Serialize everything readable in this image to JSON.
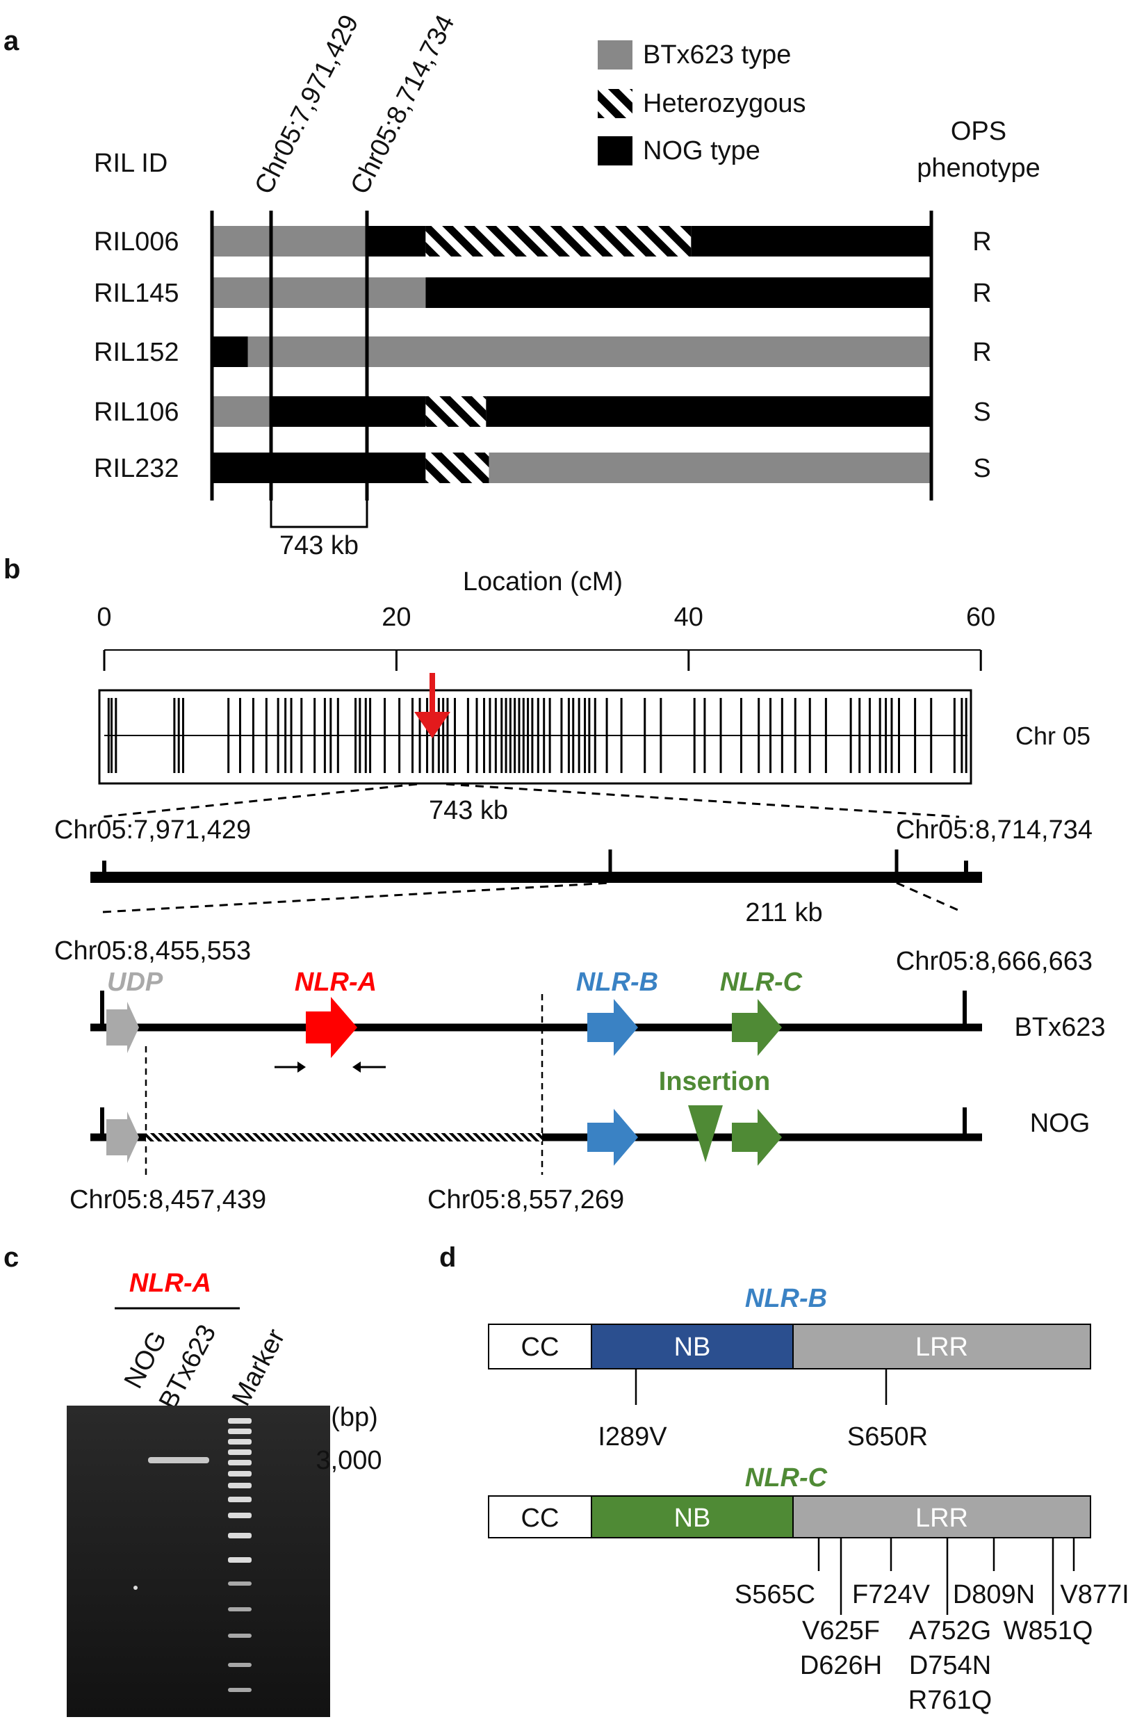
{
  "colors": {
    "btx": "#888888",
    "nog": "#000000",
    "white": "#ffffff",
    "nlrA": "#ff0000",
    "nlrB": "#3a82c4",
    "nlrC": "#4f8a35",
    "udp": "#a9a9a9",
    "nbBlue": "#2b4f8f",
    "nbGreen": "#4f8a35",
    "lrr": "#a6a6a6"
  },
  "panel_a": {
    "label": "a",
    "rilid_header": "RIL ID",
    "marker_left": "Chr05:7,971,429",
    "marker_right": "Chr05:8,714,734",
    "legend": {
      "btx": "BTx623 type",
      "het": "Heterozygous",
      "nog": "NOG type"
    },
    "ops_header_1": "OPS",
    "ops_header_2": "phenotype",
    "span_label": "743 kb",
    "rows": [
      {
        "id": "RIL006",
        "phenotype": "R",
        "segments": [
          [
            "btx",
            0,
            0.216
          ],
          [
            "nog",
            0.216,
            0.297
          ],
          [
            "het",
            0.297,
            0.666
          ],
          [
            "nog",
            0.666,
            1
          ]
        ]
      },
      {
        "id": "RIL145",
        "phenotype": "R",
        "segments": [
          [
            "btx",
            0,
            0.297
          ],
          [
            "nog",
            0.297,
            1
          ]
        ]
      },
      {
        "id": "RIL152",
        "phenotype": "R",
        "segments": [
          [
            "nog",
            0,
            0.05
          ],
          [
            "btx",
            0.05,
            1
          ]
        ]
      },
      {
        "id": "RIL106",
        "phenotype": "S",
        "segments": [
          [
            "btx",
            0,
            0.082
          ],
          [
            "nog",
            0.082,
            0.297
          ],
          [
            "het",
            0.297,
            0.381
          ],
          [
            "nog",
            0.381,
            1
          ]
        ]
      },
      {
        "id": "RIL232",
        "phenotype": "S",
        "segments": [
          [
            "nog",
            0,
            0.297
          ],
          [
            "het",
            0.297,
            0.385
          ],
          [
            "btx",
            0.385,
            1
          ]
        ]
      }
    ]
  },
  "panel_b": {
    "label": "b",
    "axis_title": "Location (cM)",
    "ticks": [
      "0",
      "20",
      "40",
      "60"
    ],
    "tick_values": [
      0,
      20,
      40,
      60
    ],
    "chr_label": "Chr 05",
    "kb743_label": "743 kb",
    "markers_cm": [
      0.3,
      0.5,
      0.8,
      4.8,
      5.1,
      5.4,
      8.5,
      9.3,
      10.2,
      11.1,
      11.9,
      12.4,
      12.8,
      13.5,
      14.4,
      15.1,
      15.5,
      16.0,
      17.2,
      17.5,
      17.9,
      18.2,
      19.2,
      20.2,
      21.1,
      21.6,
      22.1,
      22.5,
      22.9,
      23.2,
      23.5,
      24.0,
      24.9,
      25.5,
      26.0,
      26.4,
      26.8,
      27.2,
      27.5,
      27.8,
      28.1,
      28.4,
      28.7,
      29.0,
      29.3,
      29.7,
      30.1,
      30.5,
      31.3,
      31.8,
      32.1,
      32.5,
      32.9,
      33.2,
      33.6,
      34.4,
      35.4,
      37.0,
      38.1,
      40.4,
      41.1,
      42.2,
      43.6,
      44.8,
      45.6,
      46.4,
      47.3,
      48.3,
      49.4,
      51.1,
      51.7,
      52.4,
      53.1,
      53.5,
      53.9,
      54.4,
      55.5,
      56.6,
      58.2,
      58.7,
      59.0
    ],
    "region_left": "Chr05:7,971,429",
    "region_right": "Chr05:8,714,734",
    "kb211_label": "211 kb",
    "sub_left": "Chr05:8,455,553",
    "sub_right": "Chr05:8,666,663",
    "genes": {
      "udp": "UDP",
      "nlrA": "NLR-A",
      "nlrB": "NLR-B",
      "nlrC": "NLR-C"
    },
    "btx_label": "BTx623",
    "nog_label": "NOG",
    "insertion_label": "Insertion",
    "del_left": "Chr05:8,457,439",
    "del_right": "Chr05:8,557,269"
  },
  "panel_c": {
    "label": "c",
    "gene": "NLR-A",
    "lanes": [
      "NOG",
      "BTx623",
      "Marker"
    ],
    "unit": "(bp)",
    "size": "3,000"
  },
  "panel_d": {
    "label": "d",
    "nlrB": {
      "title": "NLR-B",
      "domains": [
        "CC",
        "NB",
        "LRR"
      ],
      "mutations": [
        "I289V",
        "S650R"
      ]
    },
    "nlrC": {
      "title": "NLR-C",
      "domains": [
        "CC",
        "NB",
        "LRR"
      ],
      "mutations": [
        "S565C",
        "V625F",
        "D626H",
        "F724V",
        "A752G",
        "D754N",
        "R761Q",
        "D809N",
        "W851Q",
        "V877I"
      ]
    }
  }
}
